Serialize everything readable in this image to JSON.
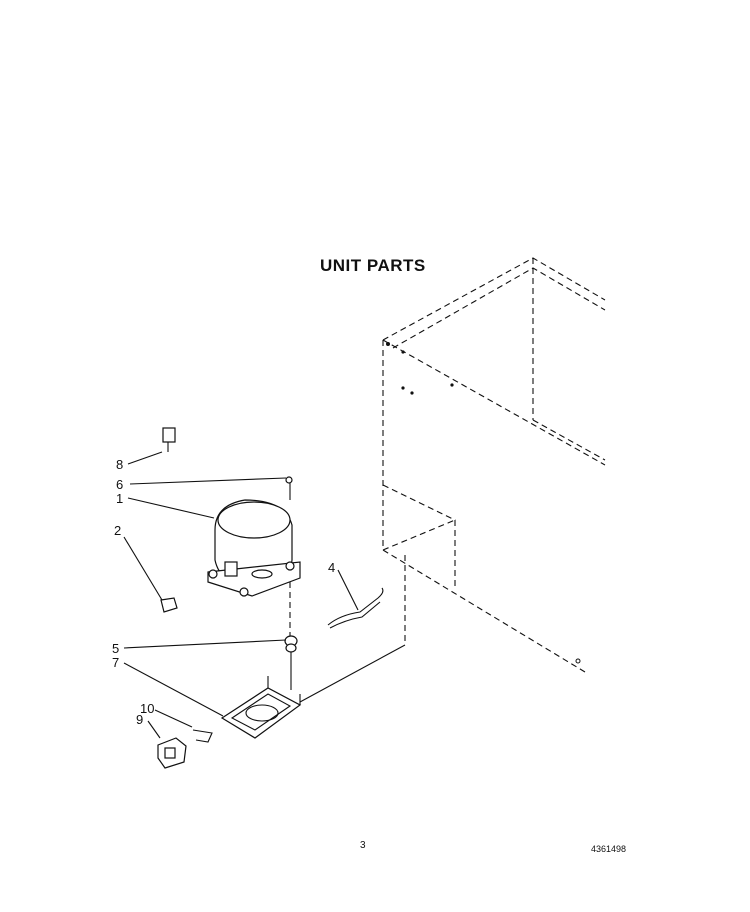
{
  "title": "UNIT PARTS",
  "page_number": "3",
  "document_number": "4361498",
  "callouts": [
    {
      "id": "c1",
      "label": "1"
    },
    {
      "id": "c2",
      "label": "2"
    },
    {
      "id": "c4",
      "label": "4"
    },
    {
      "id": "c5",
      "label": "5"
    },
    {
      "id": "c6",
      "label": "6"
    },
    {
      "id": "c7",
      "label": "7"
    },
    {
      "id": "c8",
      "label": "8"
    },
    {
      "id": "c9",
      "label": "9"
    },
    {
      "id": "c10",
      "label": "10"
    }
  ]
}
